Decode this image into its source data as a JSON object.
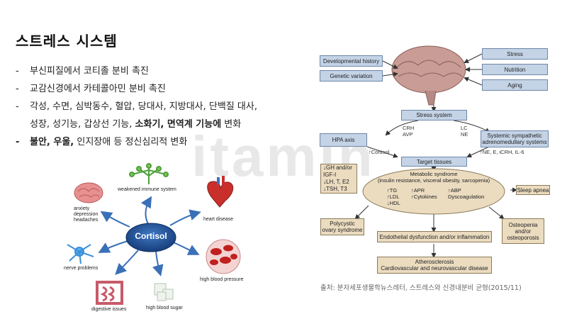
{
  "slide": {
    "title": "스트레스 시스템",
    "bullets": [
      {
        "dash": "-",
        "text": "부신피질에서 코티졸 분비 촉진"
      },
      {
        "dash": "-",
        "text": "교감신경에서 카테콜아민 분비 촉진"
      },
      {
        "dash": "-",
        "text_a": "각성, 수면, 심박동수, 혈압, 당대사, 지방대사, 단백질 대사,",
        "text_b": "성장, 성기능, 갑상선 기능, ",
        "text_bold": "소화기, 면역계 기능에",
        "text_c": " 변화"
      },
      {
        "dash": "-",
        "text_bold": "불안, 우울,",
        "text_c": " 인지장애 등 정신심리적 변화"
      }
    ],
    "watermark": "itamin",
    "source": "출처: 분자세포생물학뉴스레터, 스트레스와 신경내분비 균형(2015/11)"
  },
  "cortisol_diagram": {
    "center_label": "Cortisol",
    "effects": {
      "immune": "weakened immune system",
      "brain": "anxiety\ndepression\nheadaches",
      "heart": "heart disease",
      "nerve": "nerve problems",
      "blood": "high blood pressure",
      "digestive": "digestive issues",
      "sugar": "high blood sugar"
    }
  },
  "stress_diagram": {
    "left_inputs": [
      "Developmental history",
      "Genetic variation"
    ],
    "right_inputs": [
      "Stress",
      "Nutrition",
      "Aging"
    ],
    "stress_system": "Stress system",
    "hpa_axis": "HPA axis",
    "sympathetic": "Systemic sympathetic adrenomedullary systems",
    "crh_avp": "CRH\nAVP",
    "lc_ne": "LC\nNE",
    "cortisol_arrow": "↑Cortisol",
    "ne_label": "↑NE, E, iCRH, IL-6",
    "target": "Target tissues",
    "gh_box": "↓GH and/or IGF-I\n↓LH, T, E2\n↓TSH, T3",
    "metabolic_title": "Metabolic syndrome",
    "metabolic_sub": "(insulin resistance, visceral obesity, sarcopenia)",
    "met_col1": "↑TG\n↑LDL\n↓HDL",
    "met_col2": "↑APR\n↑Cytokines",
    "met_col3": "↑ABP\nDyscoagulation",
    "sleep": "Sleep apnea",
    "pcos": "Polycystic\novary syndrome",
    "osteo": "Osteopenia\nand/or\nosteoporosis",
    "endo": "Endothelial dysfunction and/or inflammation",
    "athero_1": "Atherosclerosis",
    "athero_2": "Cardiovascular and neurovascular disease"
  }
}
